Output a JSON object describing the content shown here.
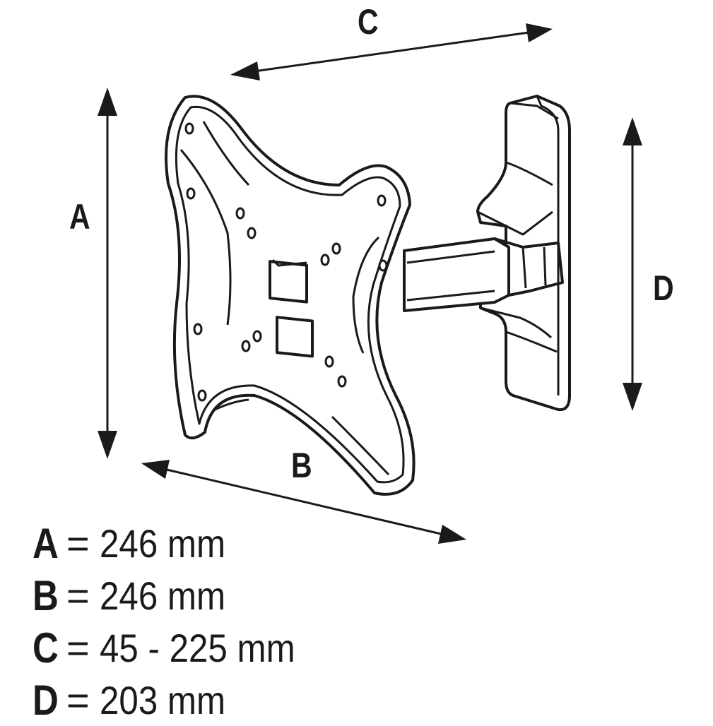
{
  "dimension_labels": {
    "a": "A",
    "b": "B",
    "c": "C",
    "d": "D"
  },
  "specs": [
    {
      "key": "A",
      "eq": "=",
      "value": "246 mm"
    },
    {
      "key": "B",
      "eq": "=",
      "value": "246 mm"
    },
    {
      "key": "C",
      "eq": "=",
      "value": "45 - 225 mm"
    },
    {
      "key": "D",
      "eq": "=",
      "value": "203 mm"
    }
  ],
  "colors": {
    "stroke": "#1a1a1a",
    "background": "#ffffff"
  }
}
